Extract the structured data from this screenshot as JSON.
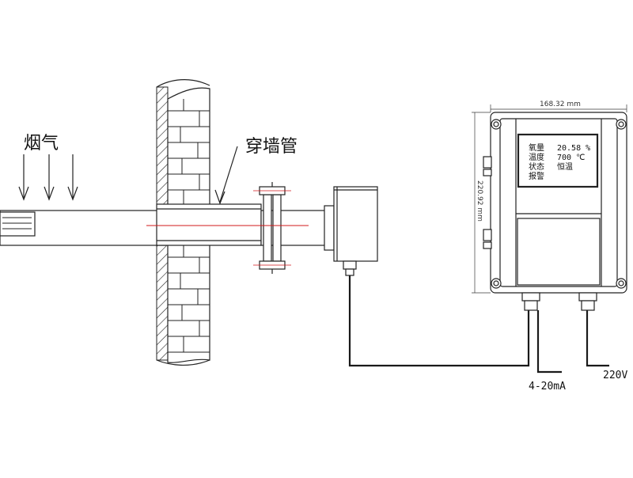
{
  "labels": {
    "flue_gas": "烟气",
    "wall_pipe": "穿墙管",
    "signal_output": "4-20mA",
    "power": "220V",
    "width_dim": "168.32 mm",
    "height_dim": "220.92 mm"
  },
  "display": {
    "rows": [
      {
        "name": "氧量",
        "value": "20.58 %"
      },
      {
        "name": "温度",
        "value": "700  ℃"
      },
      {
        "name": "状态",
        "value": "恒温"
      },
      {
        "name": "报警",
        "value": ""
      }
    ]
  },
  "colors": {
    "line": "#1a1a1a",
    "axis_red": "#d0191b",
    "dim": "#3a3a3a"
  }
}
